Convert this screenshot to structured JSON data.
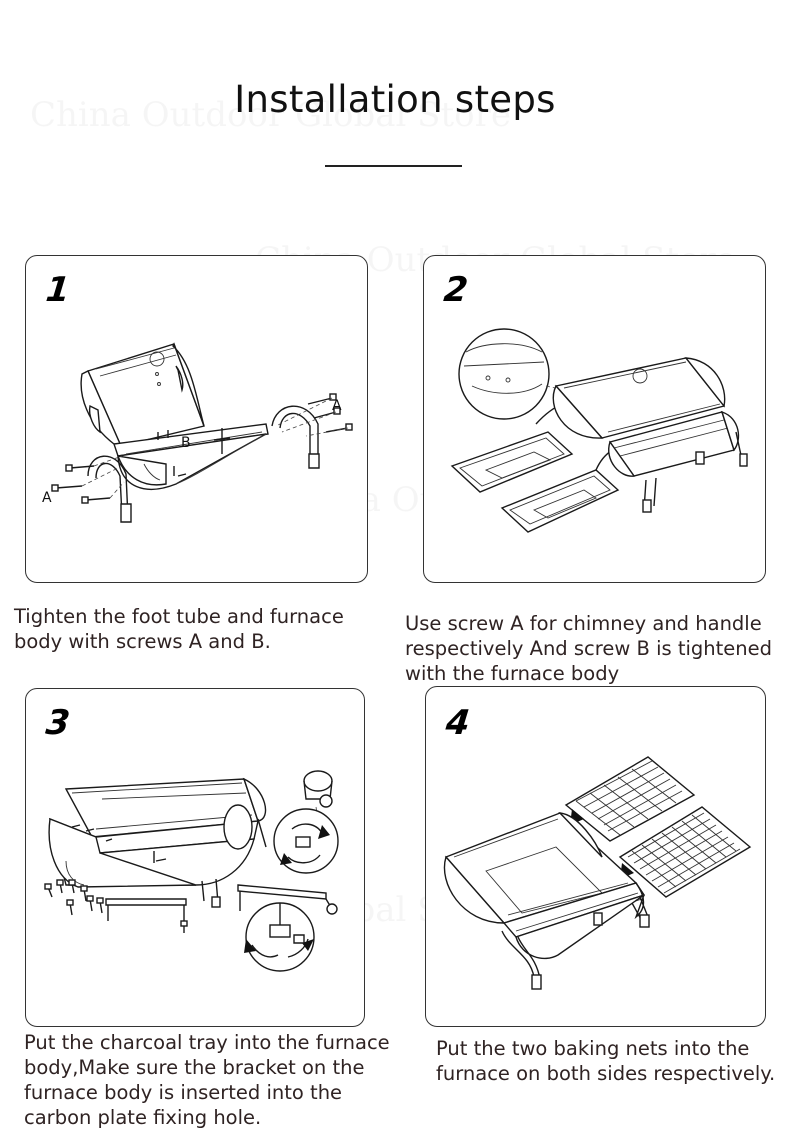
{
  "page": {
    "title": "Installation steps"
  },
  "steps": [
    {
      "number": "1",
      "caption_lines": [
        "Tighten the foot tube and furnace",
        "body with screws A and B."
      ],
      "labels": [
        "A",
        "A",
        "B"
      ]
    },
    {
      "number": "2",
      "caption_lines": [
        "Use screw A for chimney and handle",
        "respectively  And screw B is tightened",
        "with the furnace body"
      ]
    },
    {
      "number": "3",
      "caption_lines": [
        "Put the charcoal tray into the furnace",
        "body,Make sure the bracket on the",
        "furnace body is inserted into the",
        "carbon plate fixing hole."
      ]
    },
    {
      "number": "4",
      "caption_lines": [
        "Put the two baking nets into the",
        "furnace on both sides respectively."
      ]
    }
  ],
  "watermark": {
    "text": "China Outdoor Global Store"
  },
  "colors": {
    "line": "#1a1a1a",
    "caption_text": "#2f2323"
  }
}
